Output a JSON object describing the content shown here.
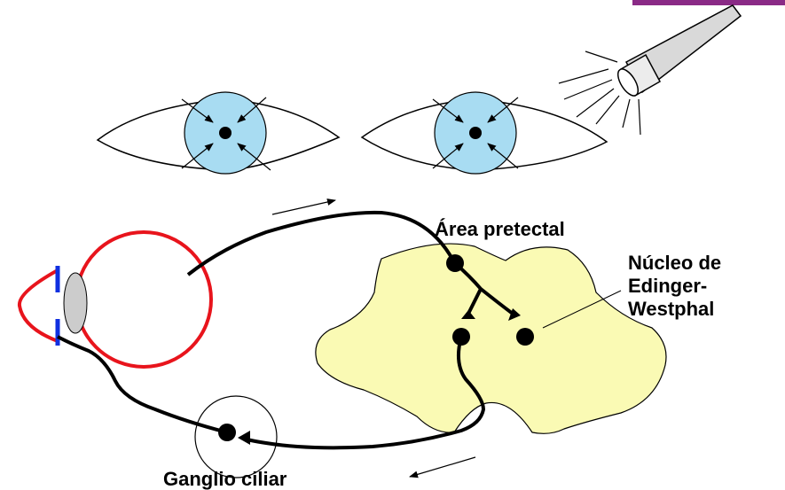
{
  "labels": {
    "pretectal_area": "Área pretectal",
    "edinger_westphal_line1": "Núcleo de",
    "edinger_westphal_line2": "Edinger-",
    "edinger_westphal_line3": "Westphal",
    "ciliary_ganglion": "Ganglio ciliar"
  },
  "icons": {
    "flashlight": "flashlight-icon",
    "eye": "eye-icon"
  },
  "colors": {
    "iris": "#a8dcf2",
    "brainstem": "#fafab4",
    "eyeball": "#e8141c",
    "retina": "#1030e0",
    "lens": "#cccccc",
    "nerve": "#000000",
    "corner_bar": "#8a2a86"
  }
}
